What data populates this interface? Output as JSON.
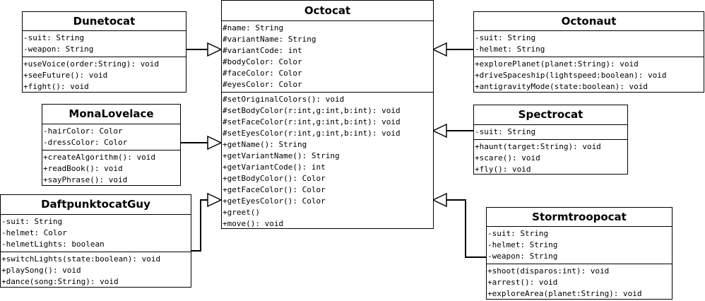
{
  "diagram": {
    "parent": {
      "name": "Octocat",
      "attributes": [
        "#name: String",
        "#variantName: String",
        "#variantCode: int",
        "#bodyColor: Color",
        "#faceColor: Color",
        "#eyesColor: Color"
      ],
      "methods": [
        "#setOriginalColors(): void",
        "#setBodyColor(r:int,g:int,b:int): void",
        "#setFaceColor(r:int,g:int,b:int): void",
        "#setEyesColor(r:int,g:int,b:int): void",
        "+getName(): String",
        "+getVariantName(): String",
        "+getVariantCode(): int",
        "+getBodyColor(): Color",
        "+getFaceColor(): Color",
        "+getEyesColor(): Color",
        "+greet()",
        "+move(): void"
      ]
    },
    "classes": [
      {
        "name": "Dunetocat",
        "attributes": [
          "-suit: String",
          "-weapon: String"
        ],
        "methods": [
          "+useVoice(order:String): void",
          "+seeFuture(): void",
          "+fight(): void"
        ]
      },
      {
        "name": "MonaLovelace",
        "attributes": [
          "-hairColor: Color",
          "-dressColor: Color"
        ],
        "methods": [
          "+createAlgorithm(): void",
          "+readBook(): void",
          "+sayPhrase(): void"
        ]
      },
      {
        "name": "DaftpunktocatGuy",
        "attributes": [
          "-suit: String",
          "-helmet: Color",
          "-helmetLights: boolean"
        ],
        "methods": [
          "+switchLights(state:boolean): void",
          "+playSong(): void",
          "+dance(song:String): void"
        ]
      },
      {
        "name": "Octonaut",
        "attributes": [
          "-suit: String",
          "-helmet: String"
        ],
        "methods": [
          "+explorePlanet(planet:String): void",
          "+driveSpaceship(lightspeed:boolean): void",
          "+antigravityMode(state:boolean): void"
        ]
      },
      {
        "name": "Spectrocat",
        "attributes": [
          "-suit: String"
        ],
        "methods": [
          "+haunt(target:String): void",
          "+scare(): void",
          "+fly(): void"
        ]
      },
      {
        "name": "Stormtroopocat",
        "attributes": [
          "-suit: String",
          "-helmet: String",
          "-weapon: String"
        ],
        "methods": [
          "+shoot(disparos:int): void",
          "+arrest(): void",
          "+exploreArea(planet:String): void"
        ]
      }
    ],
    "relations": [
      {
        "from": "Dunetocat",
        "to": "Octocat",
        "type": "generalization"
      },
      {
        "from": "MonaLovelace",
        "to": "Octocat",
        "type": "generalization"
      },
      {
        "from": "DaftpunktocatGuy",
        "to": "Octocat",
        "type": "generalization"
      },
      {
        "from": "Octonaut",
        "to": "Octocat",
        "type": "generalization"
      },
      {
        "from": "Spectrocat",
        "to": "Octocat",
        "type": "generalization"
      },
      {
        "from": "Stormtroopocat",
        "to": "Octocat",
        "type": "generalization"
      }
    ],
    "colors": {
      "line": "#000000",
      "background": "#ffffff",
      "text": "#000000"
    }
  }
}
